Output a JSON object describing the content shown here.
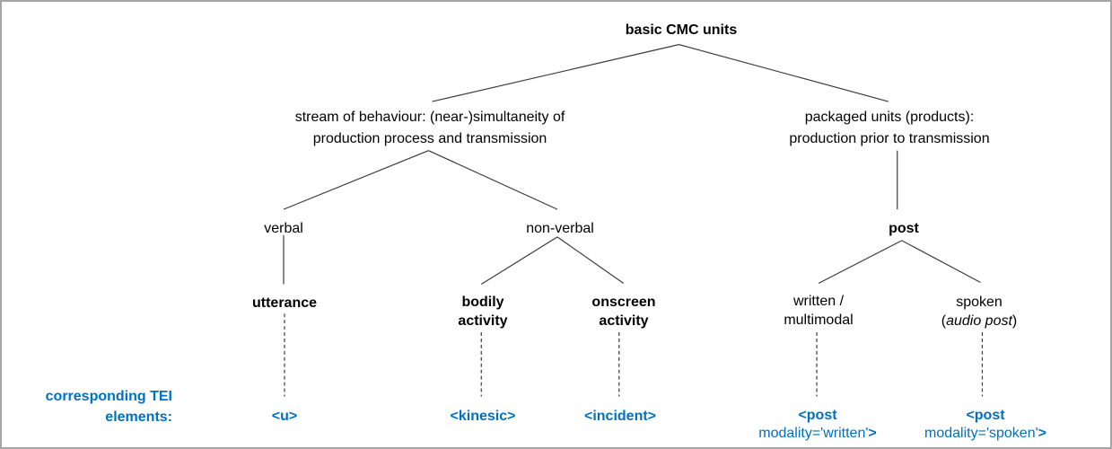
{
  "diagram": {
    "root": "basic CMC units",
    "stream_branch": {
      "line1": "stream of behaviour: (near-)simultaneity of",
      "line2": "production process and transmission"
    },
    "packaged_branch": {
      "line1": "packaged units (products):",
      "line2": "production prior to transmission"
    },
    "verbal": "verbal",
    "nonverbal": "non-verbal",
    "post": "post",
    "utterance": "utterance",
    "bodily": {
      "line1": "bodily",
      "line2": "activity"
    },
    "onscreen": {
      "line1": "onscreen",
      "line2": "activity"
    },
    "written": {
      "line1": "written /",
      "line2": "multimodal"
    },
    "spoken": {
      "line1": "spoken",
      "paren_open": "(",
      "italic": "audio post",
      "paren_close": ")"
    }
  },
  "tei": {
    "caption_line1": "corresponding TEI",
    "caption_line2": "elements:",
    "u": "<u>",
    "kinesic": "<kinesic>",
    "incident": "<incident>",
    "post_written": {
      "line1": "<post",
      "attr": "modality='written'",
      "close": ">"
    },
    "post_spoken": {
      "line1": "<post",
      "attr": "modality='spoken'",
      "close": ">"
    }
  },
  "colors": {
    "tei_blue": "#0070c0",
    "line": "#3b3b3b",
    "border": "#a6a6a6"
  }
}
